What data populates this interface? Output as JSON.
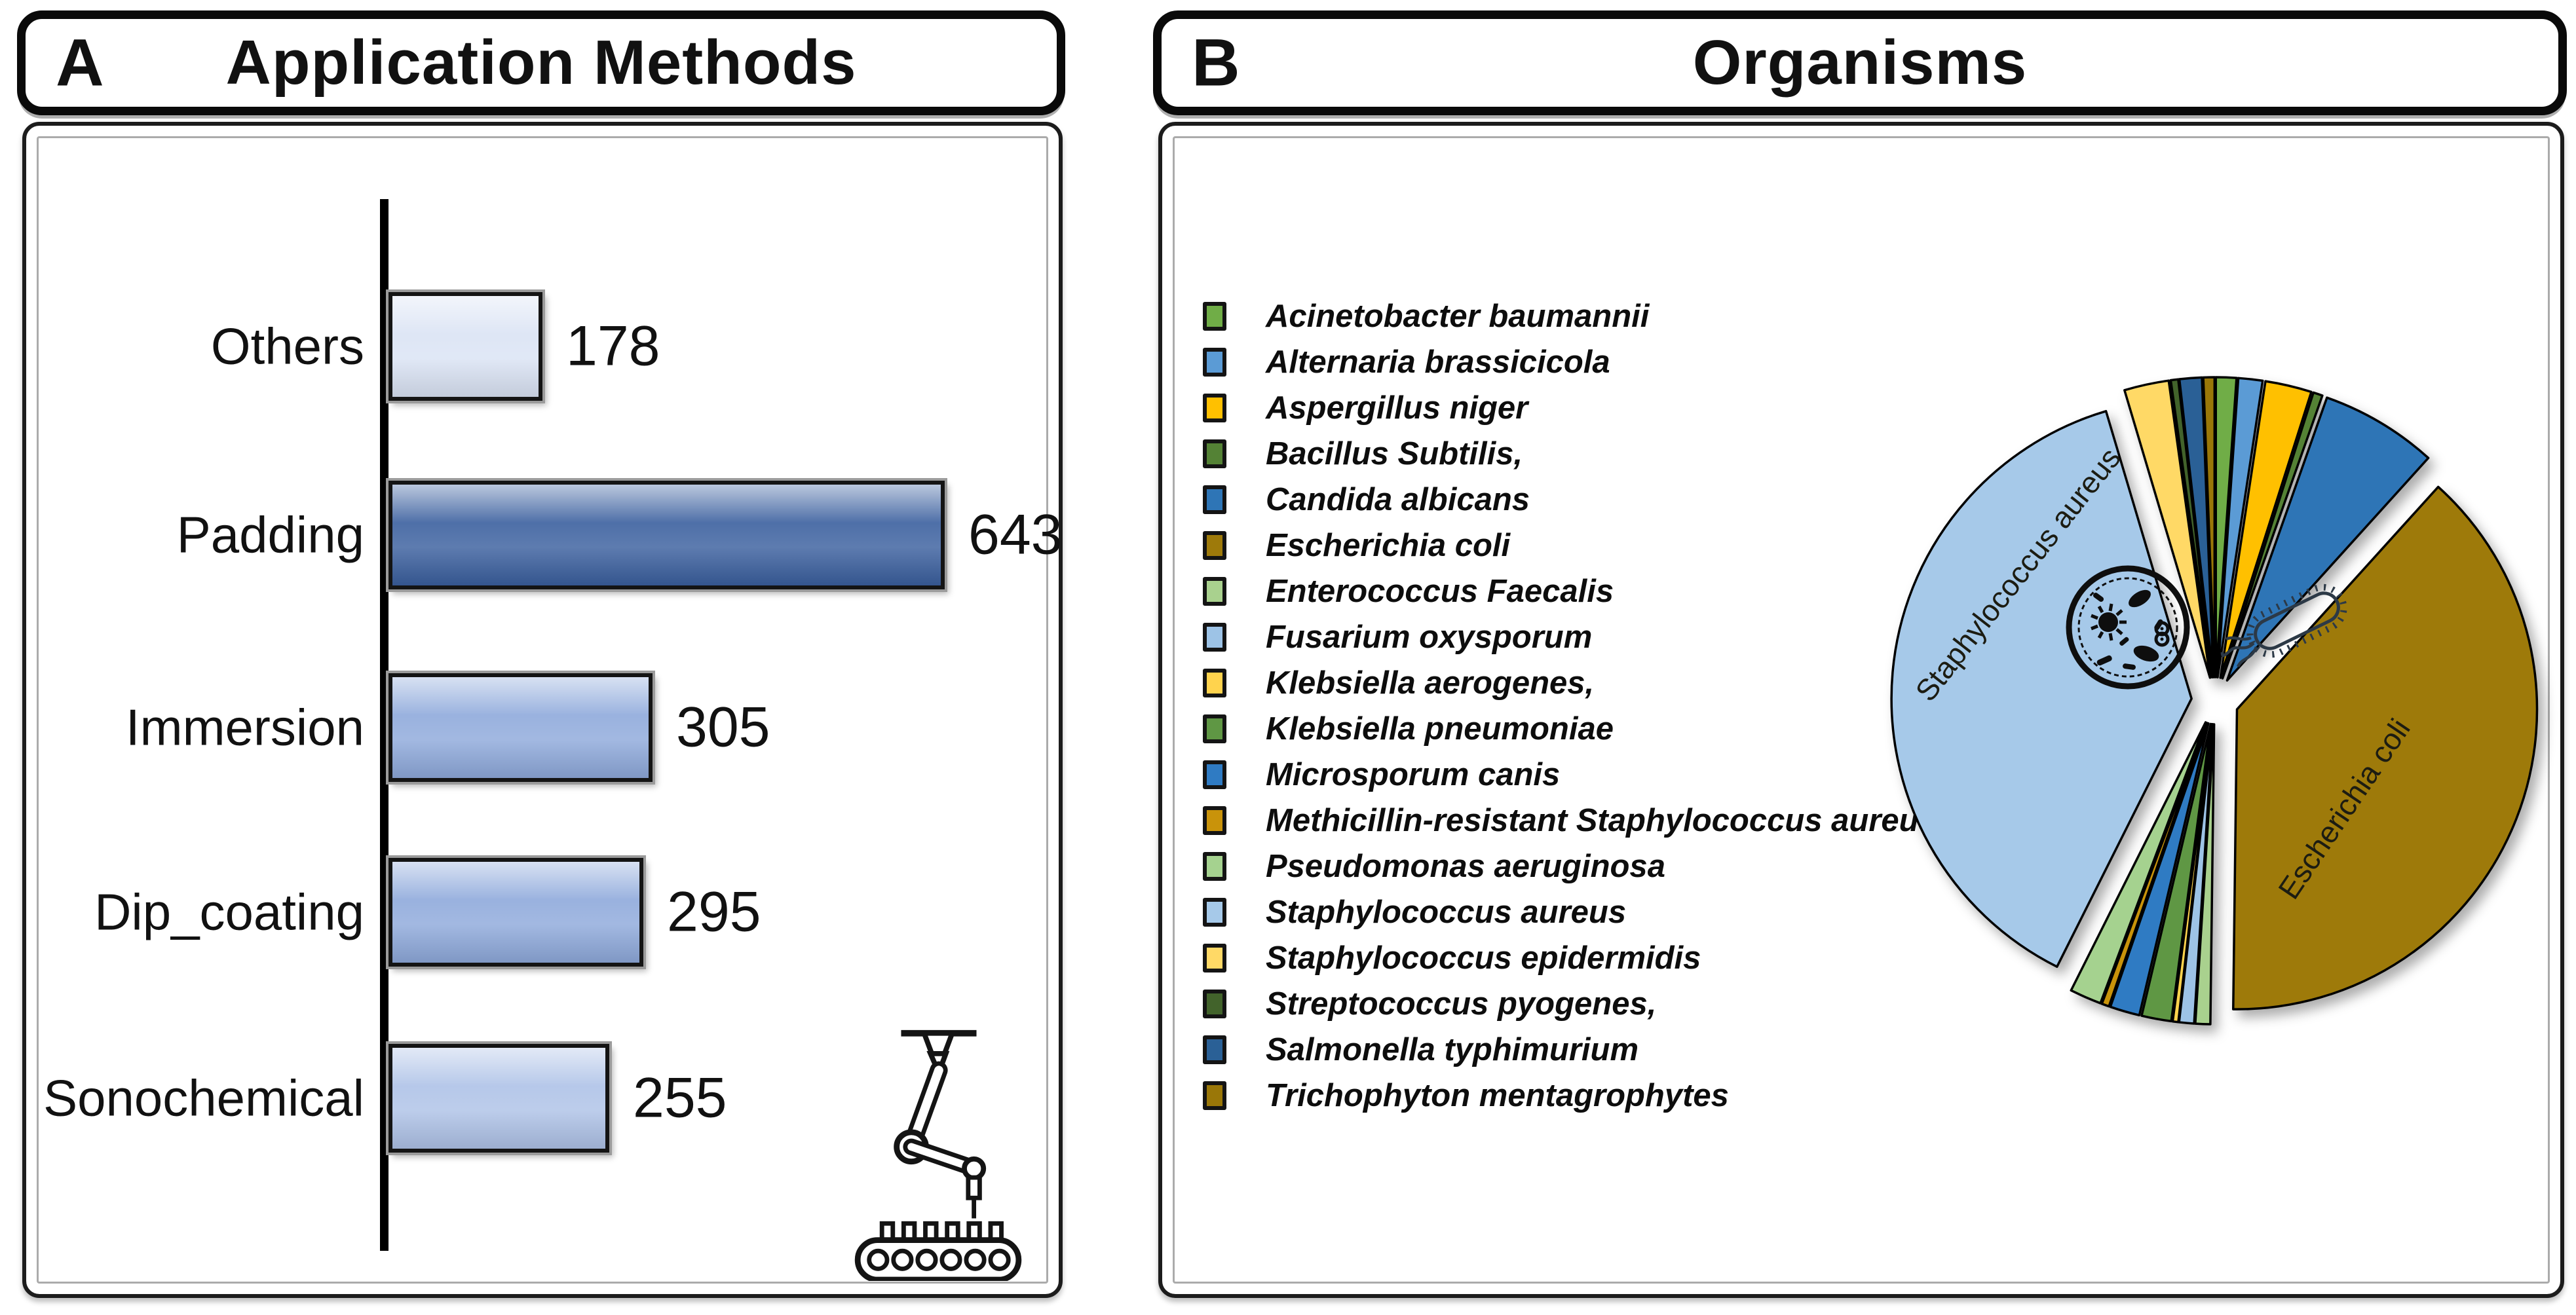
{
  "figure": {
    "panel_a": {
      "label": "A",
      "title": "Application Methods"
    },
    "panel_b": {
      "label": "B",
      "title": "Organisms"
    }
  },
  "icons": {
    "panel_a_corner": "robot-arm-conveyor-icon",
    "panel_b_staph_slice": "petri-dish-bacteria-icon",
    "panel_b_ecoli_slice": "e-coli-bacterium-icon"
  },
  "chart_data": [
    {
      "panel": "A",
      "type": "bar",
      "orientation": "horizontal",
      "title": "Application Methods",
      "categories": [
        "Others",
        "Padding",
        "Immersion",
        "Dip_coating",
        "Sonochemical"
      ],
      "values": [
        178,
        643,
        305,
        295,
        255
      ],
      "bar_colors": [
        "#DAE3F4",
        "#3A5F9E",
        "#8EA9DB",
        "#8EA9DB",
        "#AEC2E7"
      ],
      "value_labels_shown": true,
      "xlim": [
        0,
        700
      ],
      "grid": false,
      "legend_position": "none"
    },
    {
      "panel": "B",
      "type": "pie",
      "title": "Organisms",
      "start_angle_deg": 0,
      "direction": "clockwise",
      "exploded": true,
      "legend_position": "left",
      "slices": [
        {
          "label": "Acinetobacter baumannii",
          "pct": 1.1,
          "color": "#70AD47"
        },
        {
          "label": "Alternaria brassicicola",
          "pct": 1.3,
          "color": "#5B9BD5"
        },
        {
          "label": "Aspergillus niger",
          "pct": 2.5,
          "color": "#FFC000"
        },
        {
          "label": "Bacillus Subtilis,",
          "pct": 0.5,
          "color": "#548235"
        },
        {
          "label": "Candida albicans",
          "pct": 6.3,
          "color": "#2E75B6"
        },
        {
          "label": " Escherichia coli",
          "pct": 38.5,
          "color": "#9E7A0A"
        },
        {
          "label": "Enterococcus Faecalis",
          "pct": 0.8,
          "color": "#A9D18E"
        },
        {
          "label": "Fusarium oxysporum",
          "pct": 0.8,
          "color": "#9DC3E6"
        },
        {
          "label": "Klebsiella aerogenes,",
          "pct": 0.3,
          "color": "#FFD34D"
        },
        {
          "label": "Klebsiella pneumoniae",
          "pct": 1.6,
          "color": "#5F9744"
        },
        {
          "label": "Microsporum canis",
          "pct": 1.6,
          "color": "#2F7BC3"
        },
        {
          "label": "Methicillin-resistant Staphylococcus aureus",
          "pct": 0.4,
          "color": "#C9930A"
        },
        {
          "label": "Pseudomonas aeruginosa",
          "pct": 1.7,
          "color": "#A5D28F"
        },
        {
          "label": "Staphylococcus aureus",
          "pct": 38.0,
          "color": "#A6C9E9"
        },
        {
          "label": "Staphylococcus epidermidis",
          "pct": 2.4,
          "color": "#FFD966"
        },
        {
          "label": "Streptococcus pyogenes,",
          "pct": 0.4,
          "color": "#42632B"
        },
        {
          "label": "Salmonella typhimurium",
          "pct": 1.2,
          "color": "#2A6096"
        },
        {
          "label": "Trichophyton mentagrophytes",
          "pct": 0.6,
          "color": "#9A7708"
        }
      ],
      "slice_inner_labels": [
        "Staphylococcus aureus",
        "Escherichia coli"
      ]
    }
  ]
}
